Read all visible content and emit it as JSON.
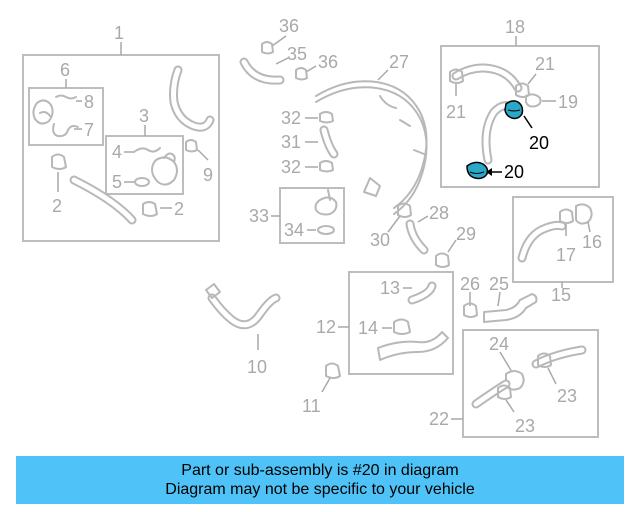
{
  "diagram": {
    "highlight_color": "#2aa8c8",
    "labels": {
      "l1": "1",
      "l2a": "2",
      "l2b": "2",
      "l3": "3",
      "l4": "4",
      "l5": "5",
      "l6": "6",
      "l7": "7",
      "l8": "8",
      "l9": "9",
      "l10": "10",
      "l11": "11",
      "l12": "12",
      "l13": "13",
      "l14": "14",
      "l15": "15",
      "l16": "16",
      "l17": "17",
      "l18": "18",
      "l19": "19",
      "l20a": "20",
      "l20b": "20",
      "l21a": "21",
      "l21b": "21",
      "l22": "22",
      "l23a": "23",
      "l23b": "23",
      "l24": "24",
      "l25": "25",
      "l26": "26",
      "l27": "27",
      "l28": "28",
      "l29": "29",
      "l30": "30",
      "l31": "31",
      "l32a": "32",
      "l32b": "32",
      "l33": "33",
      "l34": "34",
      "l35": "35",
      "l36a": "36",
      "l36b": "36"
    }
  },
  "info": {
    "line1": "Part or sub-assembly is #20 in diagram",
    "line2": "Diagram may not be specific to your vehicle"
  }
}
